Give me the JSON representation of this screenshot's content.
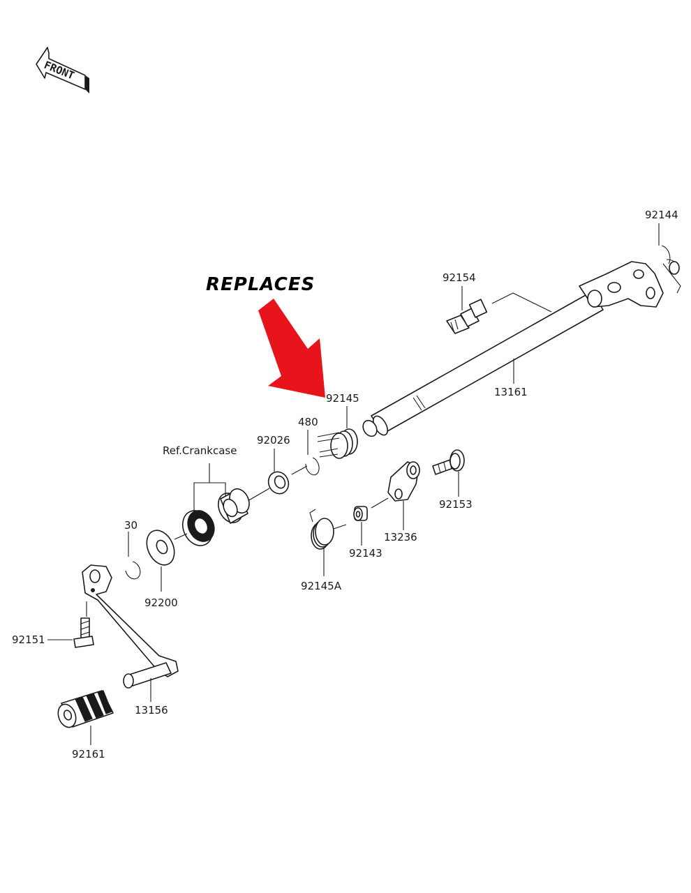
{
  "orientation_label": "FRONT",
  "callout": {
    "text": "REPLACES",
    "arrow_color": "#e8141b"
  },
  "reference_label": "Ref.Crankcase",
  "part_numbers": {
    "p92144": "92144",
    "p92154": "92154",
    "p13161": "13161",
    "p92145": "92145",
    "p480": "480",
    "p92026": "92026",
    "p92153": "92153",
    "p13236": "13236",
    "p92143": "92143",
    "p92145a": "92145A",
    "p30": "30",
    "p92200": "92200",
    "p92151": "92151",
    "p13156": "13156",
    "p92161": "92161"
  },
  "colors": {
    "line": "#1a1a1a",
    "background": "#ffffff",
    "highlight_arrow": "#e8141b"
  }
}
